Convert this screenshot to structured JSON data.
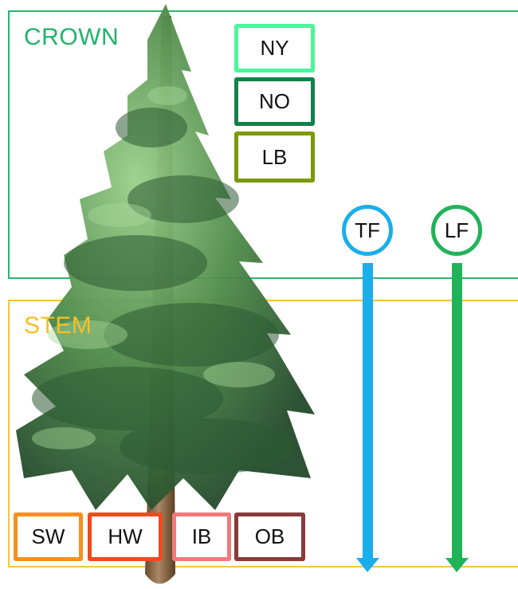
{
  "regions": {
    "crown": {
      "label": "CROWN",
      "color": "#2bb56b"
    },
    "stem": {
      "label": "STEM",
      "color": "#f5c242"
    }
  },
  "crown_boxes": [
    {
      "label": "NY",
      "color": "#4cf59a"
    },
    {
      "label": "NO",
      "color": "#14804a"
    },
    {
      "label": "LB",
      "color": "#7a9a0c"
    }
  ],
  "stem_boxes": [
    {
      "label": "SW",
      "color": "#f5901f"
    },
    {
      "label": "HW",
      "color": "#ee4a1c"
    },
    {
      "label": "IB",
      "color": "#f07a7a"
    },
    {
      "label": "OB",
      "color": "#8a3a3a"
    }
  ],
  "flows": [
    {
      "label": "TF",
      "color": "#1aaeea"
    },
    {
      "label": "LF",
      "color": "#21b35a"
    }
  ],
  "image": {
    "subject": "conifer-tree"
  }
}
